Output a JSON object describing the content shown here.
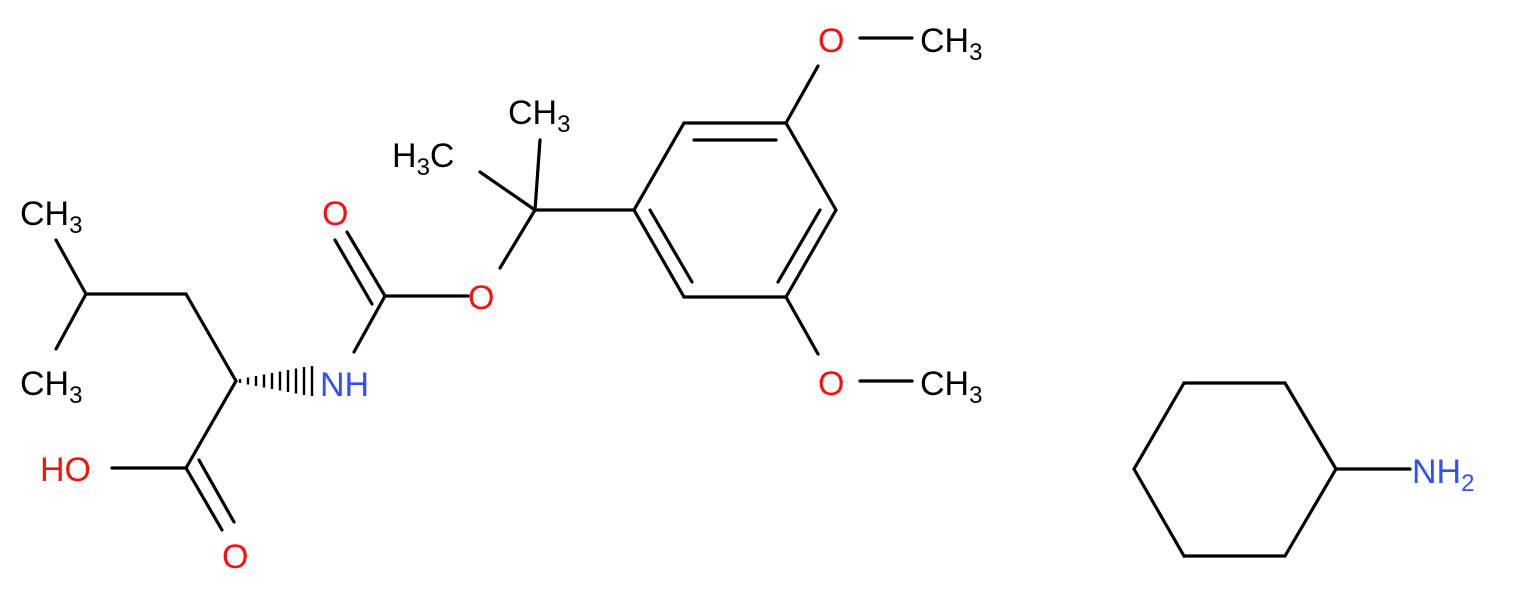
{
  "colors": {
    "background": "#ffffff",
    "bond": "#000000",
    "oxygen": "#ff0d0d",
    "nitrogen": "#3050f8",
    "carbon": "#000000"
  },
  "labels": {
    "leu_ch3_top": [
      "CH",
      "3"
    ],
    "leu_ch3_bottom": [
      "CH",
      "3"
    ],
    "carbonyl_o": "O",
    "nh": "NH",
    "ester_o": "O",
    "ch3_upper": [
      "CH",
      "3"
    ],
    "h3c": [
      "H",
      "3",
      "C"
    ],
    "methoxy_o_top": "O",
    "methoxy_ch3_top": [
      "CH",
      "3"
    ],
    "methoxy_o_bottom": "O",
    "methoxy_ch3_bottom": [
      "CH",
      "3"
    ],
    "acid_oh": "HO",
    "acid_o": "O",
    "cyclohexyl_nh2": [
      "NH",
      "2"
    ]
  }
}
